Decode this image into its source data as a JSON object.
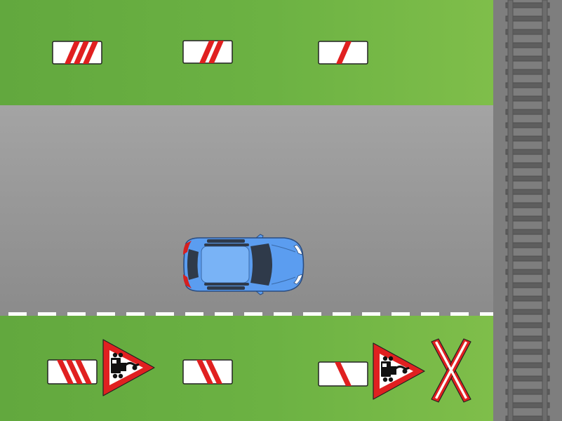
{
  "scene": {
    "type": "railway-crossing-approach",
    "colors": {
      "grass": "#6cb243",
      "road": "#999999",
      "lane_marking": "#ffffff",
      "sign_red": "#e02020",
      "sign_white": "#ffffff",
      "car_body": "#5b9df0",
      "rail": "#6a6a6a",
      "sleeper": "#5c5c5c"
    }
  },
  "top_markers": [
    {
      "stripes": 3
    },
    {
      "stripes": 2
    },
    {
      "stripes": 1
    }
  ],
  "bottom_markers": [
    {
      "stripes": 3
    },
    {
      "stripes": 2
    },
    {
      "stripes": 1
    }
  ],
  "warning_signs": [
    {
      "icon": "locomotive-icon",
      "meaning": "railway-crossing-without-barrier"
    },
    {
      "icon": "locomotive-icon",
      "meaning": "railway-crossing-without-barrier"
    }
  ],
  "crossbuck": {
    "icon": "single-track-crossbuck-icon"
  },
  "vehicle": {
    "icon": "car-icon",
    "heading": "right"
  }
}
